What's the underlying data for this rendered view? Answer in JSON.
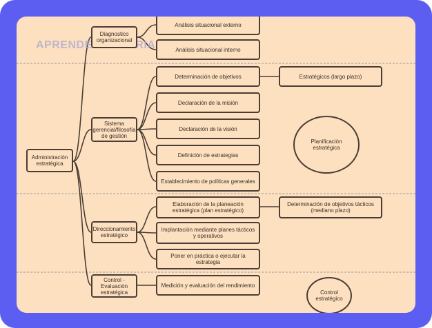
{
  "watermark": "APRENDEINDUSTRIAL",
  "nodes": {
    "root": "Administración estratégica",
    "diagnostico": "Diagnostico organizacional",
    "sistema": "Sistema gerencial/filosofía de gestión",
    "direccionamiento": "Direccionamiento estratégico",
    "control": "Control - Evaluación estratégica",
    "analisis_externo": "Análisis situacional externo",
    "analisis_interno": "Análisis situacional interno",
    "objetivos": "Determinación de objetivos",
    "mision": "Declaración de la misión",
    "vision": "Declaración de la visión",
    "estrategias": "Definición de estrategias",
    "politicas": "Establecimiento de políticas generales",
    "planeacion": "Elaboración de la planeación estratégica (plan estratégico)",
    "implantacion": "Implantación mediante planes tácticos y operativos",
    "ejecutar": "Poner en práctica o ejecutar la estrategia",
    "medicion": "Medición y evaluación del rendimiento",
    "largo_plazo": "Estratégicos (largo plazo)",
    "tacticos": "Determinación de objetivos tácticos (mediano plazo)"
  },
  "circles": {
    "planificacion": "Planificación estratégica",
    "control": "Control estratégico"
  },
  "colors": {
    "frame": "#5b5ef0",
    "background": "#fde0bf",
    "border": "#4a3d36"
  }
}
